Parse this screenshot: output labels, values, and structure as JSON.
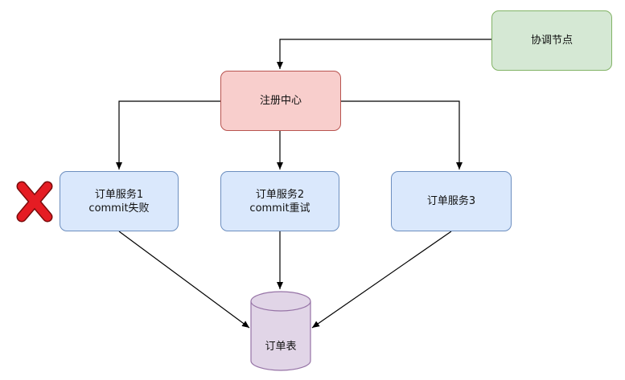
{
  "nodes": {
    "coordinator": {
      "label": "协调节点"
    },
    "registry": {
      "label": "注册中心"
    },
    "service1": {
      "line1": "订单服务1",
      "line2": "commit失败"
    },
    "service2": {
      "line1": "订单服务2",
      "line2": "commit重试"
    },
    "service3": {
      "label": "订单服务3"
    },
    "order_table": {
      "label": "订单表"
    }
  },
  "colors": {
    "coordinator_fill": "#d5e8d4",
    "coordinator_border": "#82b366",
    "registry_fill": "#f8cecc",
    "registry_border": "#b85450",
    "service_fill": "#dae8fc",
    "service_border": "#6c8ebf",
    "table_fill": "#e1d5e7",
    "table_border": "#9673a6",
    "fail_mark": "#e51c23",
    "edge": "#000000"
  },
  "icons": {
    "fail_mark": "red-x-icon"
  }
}
